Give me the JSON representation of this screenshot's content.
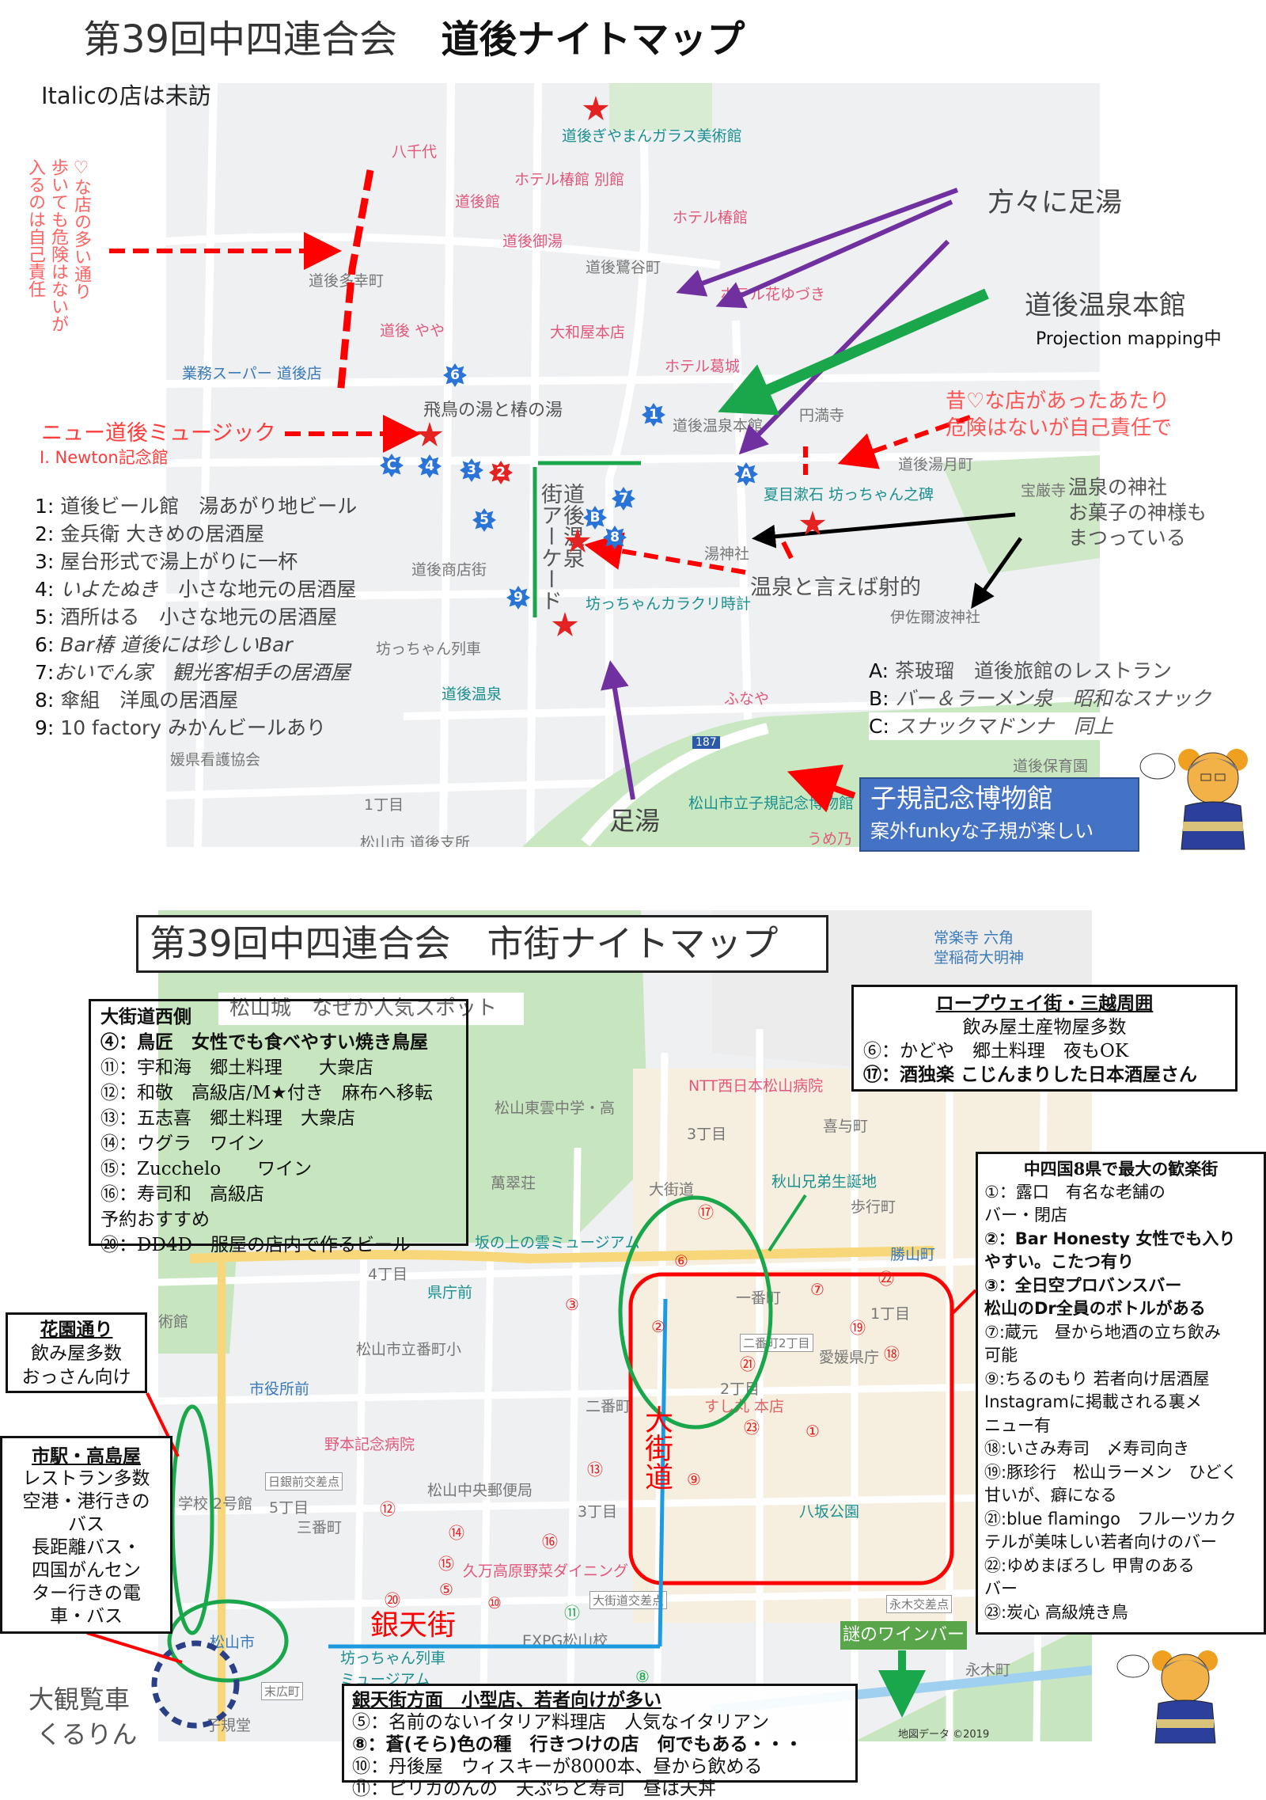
{
  "top": {
    "title_a": "第39回中四連合会",
    "title_b": "道後ナイトマップ",
    "italic_note": "Italicの店は未訪",
    "red_vertical": [
      "♡な店の多い通り",
      "歩いても危険はないが",
      "入るのは自己責任"
    ],
    "new_dogo": "ニュー道後ミュージック",
    "newton": "I. Newton記念館",
    "shops": [
      {
        "k": "1:",
        "name": "道後ビール館　湯あがり地ビール",
        "italic": false
      },
      {
        "k": "2:",
        "name": "金兵衛 大きめの居酒屋",
        "italic": false
      },
      {
        "k": "3:",
        "name": "屋台形式で湯上がりに一杯",
        "italic": false
      },
      {
        "k": "4:",
        "name": "いよたぬき",
        "rest": "　小さな地元の居酒屋",
        "italic": true
      },
      {
        "k": "5:",
        "name": "酒所はる　小さな地元の居酒屋",
        "italic": false
      },
      {
        "k": "6:",
        "name": "Bar椿 道後には珍しいBar",
        "italic": true
      },
      {
        "k": "7:",
        "name": "おいでん家　観光客相手の居酒屋",
        "italic": true
      },
      {
        "k": "8:",
        "name": "傘組　洋風の居酒屋",
        "italic": false
      },
      {
        "k": "9:",
        "name": "10 factory みかんビールあり",
        "italic": false
      }
    ],
    "ashiyu_many": "方々に足湯",
    "honkan": "道後温泉本館",
    "projection": "Projection mapping中",
    "old_area": [
      "昔♡な店があったあたり",
      "危険はないが自己責任で"
    ],
    "shrine": [
      "温泉の神社",
      "お菓子の神様も",
      "まつっている"
    ],
    "shateki": "温泉と言えば射的",
    "arcade": [
      "道後温泉",
      "街アーケード"
    ],
    "abc": [
      {
        "k": "A:",
        "text": "茶玻瑠　道後旅館のレストラン",
        "italic": false
      },
      {
        "k": "B:",
        "text": "バー＆ラーメン泉　昭和なスナック",
        "italic": true
      },
      {
        "k": "C:",
        "text": "スナックマドンナ　同上",
        "italic": true
      }
    ],
    "shiki_title": "子規記念博物館",
    "shiki_sub": "案外funkyな子規が楽しい",
    "ashiyu": "足湯",
    "markers": [
      "1",
      "2",
      "3",
      "4",
      "5",
      "6",
      "7",
      "8",
      "9",
      "A",
      "B",
      "C"
    ],
    "map_labels": [
      "道後ぎやまんガラス美術館",
      "八千代",
      "ホテル椿館 別館",
      "道後館",
      "ホテル椿館",
      "道後御湯",
      "道後鷺谷町",
      "道後多幸町",
      "ホテル花ゆづき",
      "道後 やや",
      "大和屋本店",
      "ホテル葛城",
      "業務スーパー 道後店",
      "飛鳥の湯と椿の湯",
      "道後温泉本館",
      "円満寺",
      "夏目漱石 坊っちゃん之碑",
      "道後湯月町",
      "宝厳寺",
      "湯神社",
      "道後商店街",
      "坊っちゃんカラクリ時計",
      "伊佐爾波神社",
      "坊っちゃん列車",
      "道後温泉",
      "ふなや",
      "松山市立子規記念博物館",
      "道後保育園",
      "媛県看護協会",
      "1丁目",
      "松山市 道後支所",
      "うめ乃",
      "187"
    ]
  },
  "bottom": {
    "title": "第39回中四連合会　市街ナイトマップ",
    "castle": "松山城　なぜか人気スポット",
    "west": {
      "head": "大街道西側",
      "lines": [
        {
          "t": "④：鳥匠　女性でも食べやすい焼き鳥屋",
          "b": true
        },
        {
          "t": "⑪：宇和海　郷土料理　　大衆店",
          "b": false
        },
        {
          "t": "⑫：和敬　高級店/M★付き　麻布へ移転",
          "b": false
        },
        {
          "t": "⑬：五志喜　郷土料理　大衆店",
          "b": false
        },
        {
          "t": "⑭：ウグラ　ワイン",
          "b": false
        },
        {
          "t": "⑮：Zucchelo　　ワイン",
          "b": false
        },
        {
          "t": "⑯：寿司和　高級店",
          "b": false
        },
        {
          "t": "予約おすすめ",
          "b": false
        },
        {
          "t": "⑳：DD4D　服屋の店内で作るビール",
          "b": false
        }
      ]
    },
    "ropeway": {
      "head": "ロープウェイ街・三越周囲",
      "sub": "飲み屋土産物屋多数",
      "lines": [
        {
          "t": "⑥：かどや　郷土料理　夜もOK",
          "b": false
        },
        {
          "t": "⑰：酒独楽 こじんまりした日本酒屋さん",
          "b": true
        }
      ]
    },
    "main": {
      "head": "中四国8県で最大の歓楽街",
      "lines": [
        "①：露口　有名な老舗の",
        "バー・閉店",
        "②：Bar Honesty 女性でも入り",
        "やすい。こたつ有り",
        "③：全日空プロバンスバー",
        "松山のDr全員のボトルがある",
        "⑦:蔵元　昼から地酒の立ち飲み",
        "可能",
        "⑨:ちるのもり 若者向け居酒屋",
        "Instagramに掲載される裏メ",
        "ニュー有",
        "⑱:いさみ寿司　〆寿司向き",
        "⑲:豚珍行　松山ラーメン　ひどく",
        "甘いが、癖になる",
        "㉑:blue flamingo　フルーツカク",
        "テルが美味しい若者向けのバー",
        "㉒:ゆめまぼろし 甲冑のある",
        "バー",
        "㉓:炭心 高級焼き鳥"
      ]
    },
    "hanazono": {
      "head": "花園通り",
      "lines": [
        "飲み屋多数",
        "おっさん向け"
      ]
    },
    "shieki": {
      "head": "市駅・高島屋",
      "lines": [
        "レストラン多数",
        "空港・港行きの",
        "バス",
        "長距離バス・",
        "四国がんセン",
        "ター行きの電",
        "車・バス"
      ]
    },
    "ginten": {
      "head": "銀天街方面　小型店、若者向けが多い",
      "lines": [
        {
          "t": "⑤：名前のないイタリア料理店　人気なイタリアン",
          "b": false
        },
        {
          "t": "⑧：蒼(そら)色の種　行きつけの店　何でもある・・・",
          "b": true
        },
        {
          "t": "⑩：丹後屋　ウィスキーが8000本、昼から飲める",
          "b": false
        },
        {
          "t": "⑪：ピリカのんの　天ぷらと寿司　昼は天丼",
          "b": false
        }
      ]
    },
    "wine_bar": "謎のワインバー",
    "ferris": [
      "大観覧車",
      "くるりん"
    ],
    "gintengai": "銀天街",
    "okaido": "大街道",
    "circled": [
      "①",
      "②",
      "③",
      "⑤",
      "⑥",
      "⑦",
      "⑧",
      "⑨",
      "⑩",
      "⑪",
      "⑫",
      "⑬",
      "⑭",
      "⑮",
      "⑯",
      "⑰",
      "⑱",
      "⑲",
      "⑳",
      "㉑",
      "㉒",
      "㉓"
    ],
    "map_labels": [
      "常楽寺 六角",
      "堂稲荷大明神",
      "NTT西日本松山病院",
      "松山東雲中学・高",
      "萬翠荘",
      "坂の上の雲ミュージアム",
      "秋山兄弟生誕地",
      "大街道",
      "歩行町",
      "勝山町",
      "喜与町",
      "3丁目",
      "4丁目",
      "県庁前",
      "一番町",
      "1丁目",
      "2丁目",
      "二番町2丁目",
      "愛媛県庁",
      "松山市立番町小",
      "市役所前",
      "すし丸 本店",
      "二番町",
      "野本記念病院",
      "日銀前交差点",
      "学校 2号館",
      "5丁目",
      "三番町",
      "松山中央郵便局",
      "3丁目",
      "八坂公園",
      "久万高原野菜ダイニング",
      "大街道交差点",
      "EXPG松山校",
      "坊っちゃん列車ミュージアム",
      "松山市",
      "末広町",
      "子規堂",
      "永木交差点",
      "永木町",
      "地図データ ©2019",
      "術館"
    ],
    "colors": {
      "red": "#ff0000",
      "green": "#1aa64a",
      "blue": "#1e9be0",
      "navy": "#2a3f86"
    }
  }
}
